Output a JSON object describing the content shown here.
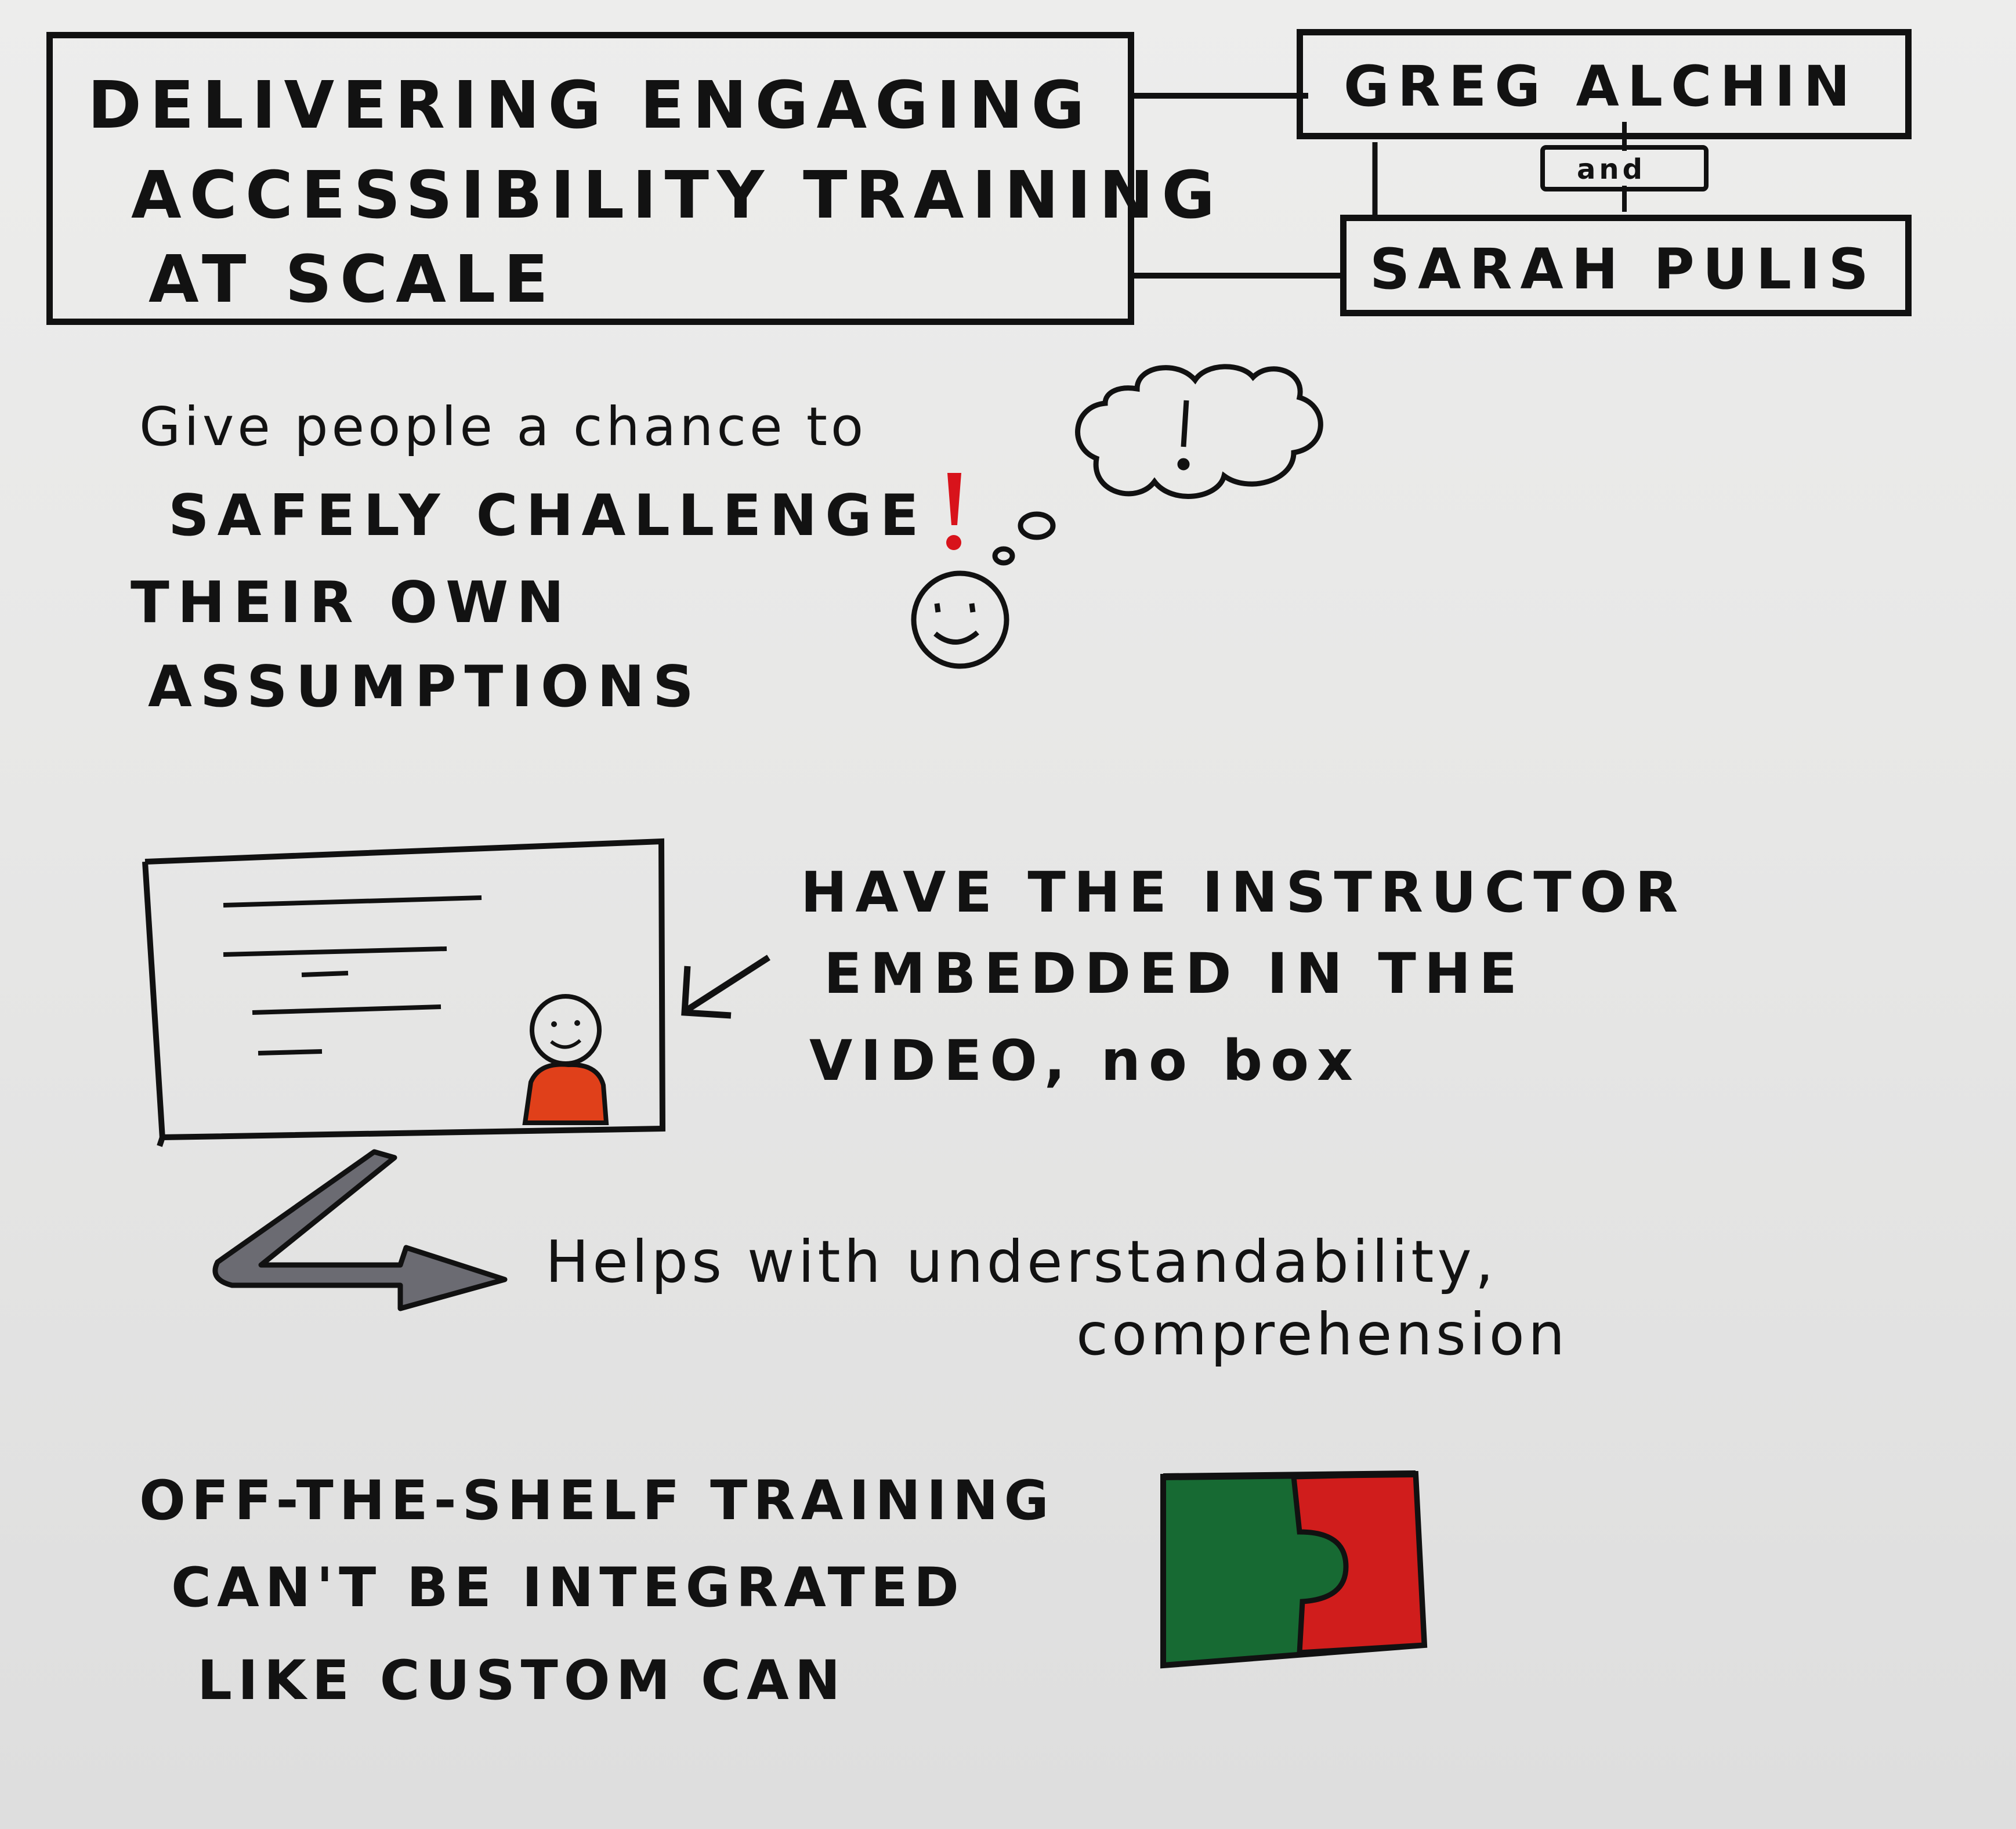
{
  "title_box": {
    "lines": [
      "DELIVERING ENGAGING",
      "ACCESSIBILITY TRAINING",
      "AT SCALE"
    ]
  },
  "speakers": {
    "first": "GREG ALCHIN",
    "joiner": "and",
    "second": "SARAH PULIS"
  },
  "note_assumptions": {
    "line1": "Give people a chance to",
    "line2": "SAFELY CHALLENGE",
    "line3": "THEIR OWN",
    "line4": "ASSUMPTIONS",
    "thought_mark": "!",
    "exclaim_mark": "!"
  },
  "note_instructor": {
    "line1": "HAVE THE INSTRUCTOR",
    "line2": "EMBEDDED IN THE",
    "line3": "VIDEO, no box"
  },
  "note_helps": {
    "line1": "Helps with understandability,",
    "line2": "comprehension"
  },
  "note_offshelf": {
    "line1": "OFF-THE-SHELF TRAINING",
    "line2": "CAN'T BE INTEGRATED",
    "line3": "LIKE CUSTOM CAN"
  },
  "colors": {
    "ink": "#121212",
    "paper": "#e9e9e8",
    "exclaim_red": "#d8131b",
    "shirt_orange": "#e0401a",
    "puzzle_green": "#176a33",
    "puzzle_red": "#d01d1c",
    "arrow_grey": "#6b6b72"
  },
  "icons": [
    "thought-cloud-icon",
    "smiley-face-icon",
    "video-screen-icon",
    "instructor-icon",
    "pointer-arrow-icon",
    "bent-arrow-icon",
    "puzzle-icon"
  ]
}
